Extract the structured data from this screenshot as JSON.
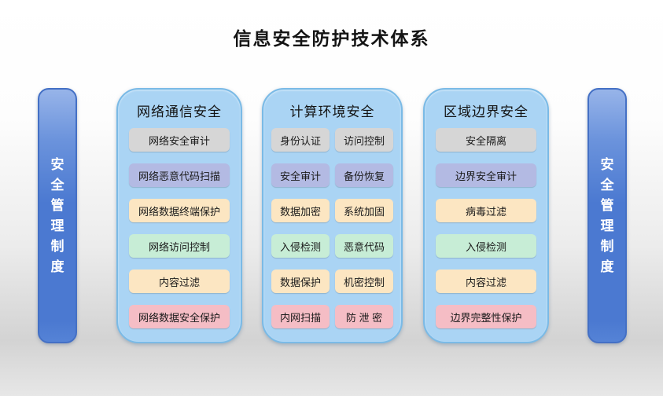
{
  "title": "信息安全防护技术体系",
  "colors": {
    "column_fill": "#aad4f4",
    "column_border": "#7abae6",
    "pillar_fill": "#4b79d1",
    "pillar_border": "#4470c5",
    "row_colors": [
      "#d6d6d6",
      "#b3bae3",
      "#fce6c2",
      "#c7edd6",
      "#fce6c2",
      "#f5bdc5"
    ]
  },
  "pillars": {
    "left": {
      "label": "安全管理制度"
    },
    "right": {
      "label": "安全管理制度"
    }
  },
  "columns": [
    {
      "header": "网络通信安全",
      "layout": "single",
      "items": [
        "网络安全审计",
        "网络恶意代码扫描",
        "网络数据终端保护",
        "网络访问控制",
        "内容过滤",
        "网络数据安全保护"
      ]
    },
    {
      "header": "计算环境安全",
      "layout": "pairs",
      "items": [
        "身份认证",
        "访问控制",
        "安全审计",
        "备份恢复",
        "数据加密",
        "系统加固",
        "入侵检测",
        "恶意代码",
        "数据保护",
        "机密控制",
        "内网扫描",
        "防 泄 密"
      ]
    },
    {
      "header": "区域边界安全",
      "layout": "single",
      "items": [
        "安全隔离",
        "边界安全审计",
        "病毒过滤",
        "入侵检测",
        "内容过滤",
        "边界完整性保护"
      ]
    }
  ]
}
